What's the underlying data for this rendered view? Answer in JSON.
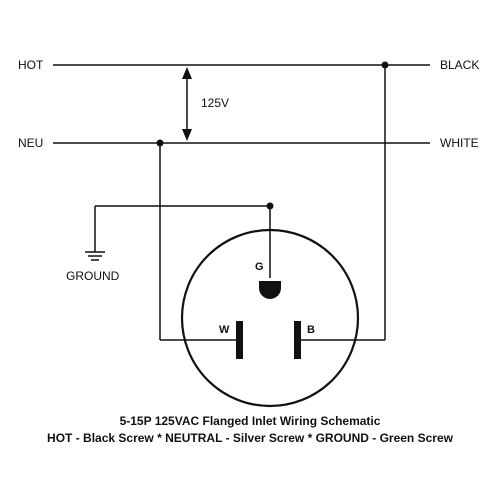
{
  "labels": {
    "hot": "HOT",
    "neutral": "NEU",
    "black": "BLACK",
    "white": "WHITE",
    "voltage": "125V",
    "ground": "GROUND"
  },
  "pins": {
    "ground": "G",
    "white": "W",
    "black": "B"
  },
  "caption": {
    "line1": "5-15P 125VAC Flanged Inlet Wiring Schematic",
    "line2": "HOT - Black Screw * NEUTRAL - Silver Screw * GROUND - Green Screw"
  },
  "colors": {
    "ink": "#111111",
    "background": "#ffffff"
  }
}
